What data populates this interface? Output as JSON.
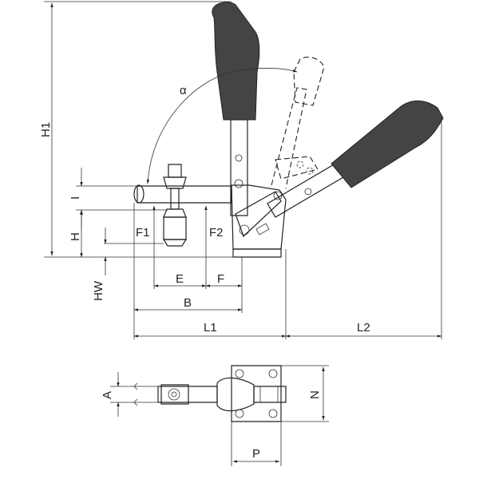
{
  "labels": {
    "h1": "H1",
    "alpha": "α",
    "i": "I",
    "h": "H",
    "hw": "HW",
    "f1": "F1",
    "f2": "F2",
    "e": "E",
    "f": "F",
    "b": "B",
    "l1": "L1",
    "l2": "L2",
    "n": "N",
    "p": "P",
    "a": "A"
  }
}
